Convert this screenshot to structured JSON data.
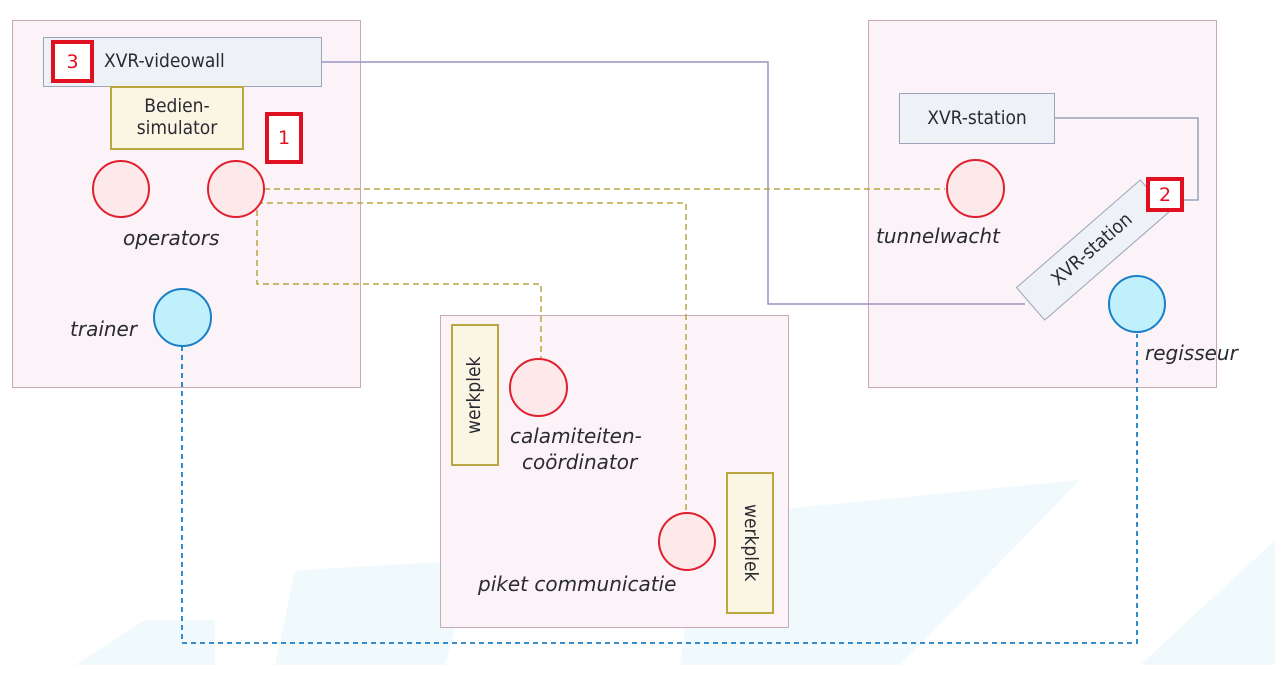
{
  "diagram": {
    "rooms": [
      {
        "name": "operator-room"
      },
      {
        "name": "tunnel-room"
      },
      {
        "name": "coordination-room"
      }
    ],
    "devices": {
      "videowall": "XVR-videowall",
      "bediensimulator_line1": "Bedien-",
      "bediensimulator_line2": "simulator",
      "xvr_station_1": "XVR-station",
      "xvr_station_2": "XVR-station",
      "werkplek_1": "werkplek",
      "werkplek_2": "werkplek"
    },
    "badges": {
      "one": "1",
      "two": "2",
      "three": "3"
    },
    "roles": {
      "operators": "operators",
      "trainer": "trainer",
      "tunnelwacht": "tunnelwacht",
      "regisseur": "regisseur",
      "calamiteiten_line1": "calamiteiten-",
      "calamiteiten_line2": "coördinator",
      "piket": "piket communicatie"
    },
    "colors": {
      "participant": "#e0202e",
      "staff": "#1a7fc8",
      "audio_link": "#b8a640",
      "network_link": "#9a94c0",
      "highlight": "#e01020"
    }
  }
}
